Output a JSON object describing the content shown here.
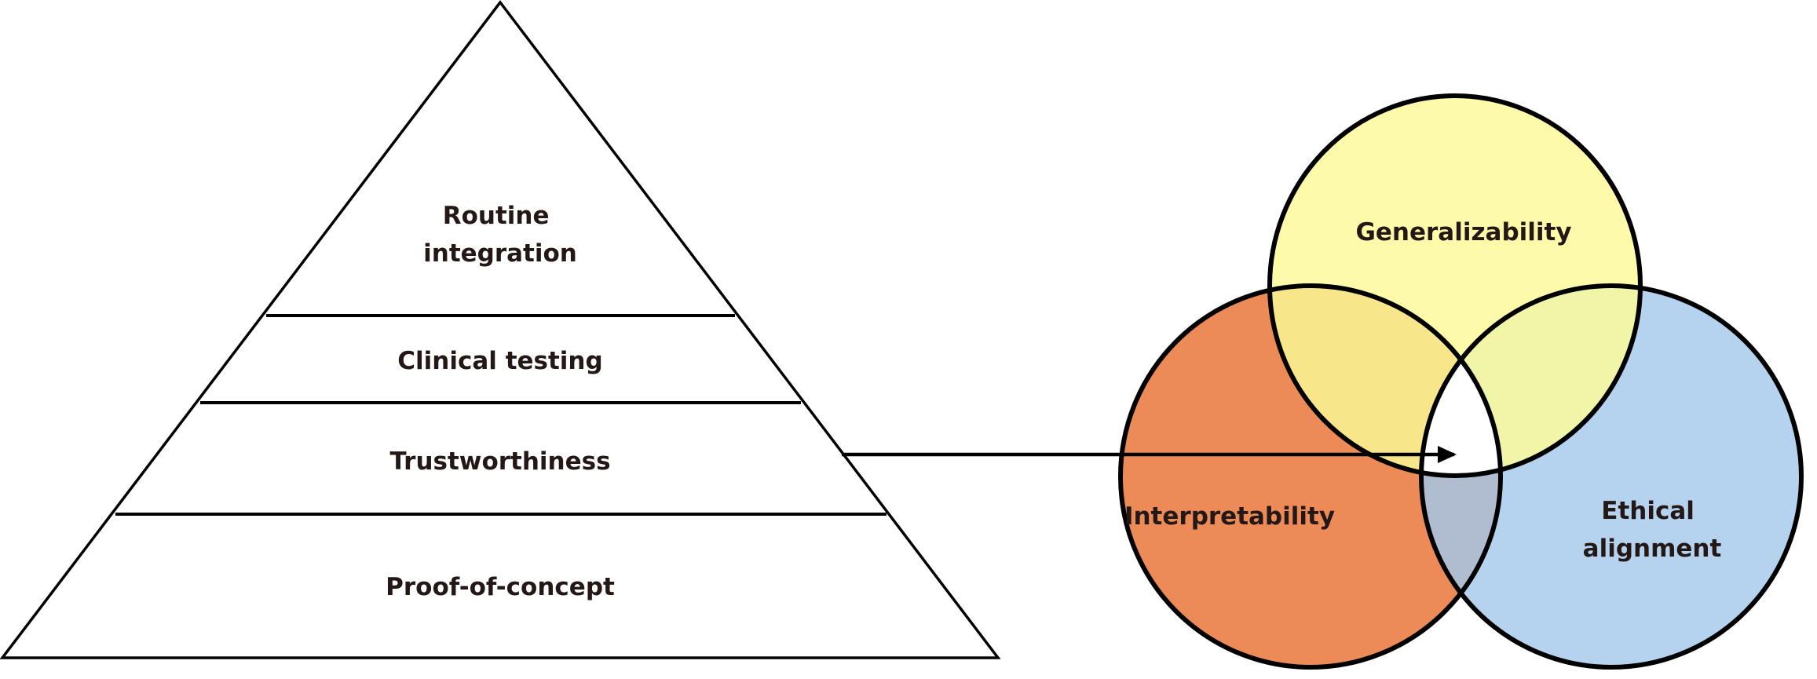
{
  "pyramid": {
    "levels": [
      {
        "id": "routine-integration",
        "lines": [
          "Routine",
          "integration"
        ]
      },
      {
        "id": "clinical-testing",
        "lines": [
          "Clinical testing"
        ]
      },
      {
        "id": "trustworthiness",
        "lines": [
          "Trustworthiness"
        ]
      },
      {
        "id": "proof-of-concept",
        "lines": [
          "Proof-of-concept"
        ]
      }
    ]
  },
  "arrow": {
    "from": "Trustworthiness",
    "to": "venn-center"
  },
  "venn": {
    "sets": [
      {
        "id": "generalizability",
        "lines": [
          "Generalizability"
        ],
        "color": "#FDFBAA"
      },
      {
        "id": "interpretability",
        "lines": [
          "Interpretability"
        ],
        "color": "#EC8B58"
      },
      {
        "id": "ethical-alignment",
        "lines": [
          "Ethical",
          "alignment"
        ],
        "color": "#B5D3EF"
      }
    ],
    "overlap_colors": {
      "generalizability_interpretability": "#F8E68A",
      "generalizability_ethical": "#F1F5A8",
      "interpretability_ethical": "#B0BDD0",
      "all_three": "#FFFFFF"
    },
    "outline_color": "#000000",
    "text_color": "#231815"
  }
}
